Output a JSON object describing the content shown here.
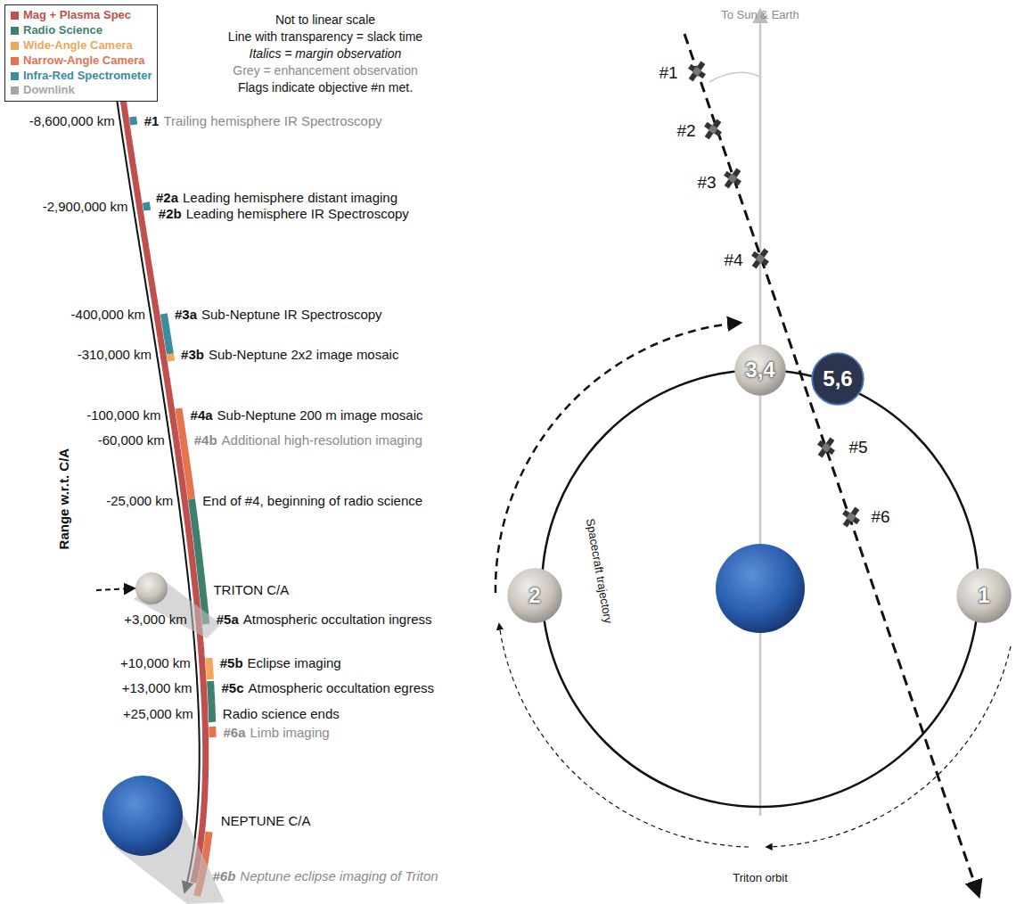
{
  "diagram": {
    "nodes": [
      {
        "text": [
          "3,4"
        ]
      },
      {
        "text": [
          "5,6"
        ]
      },
      {
        "text": [
          "2"
        ]
      },
      {
        "text": [
          "1"
        ]
      }
    ],
    "labels": [
      "Not to linear scale",
      "Line with transparency = slack time",
      "Italics = margin observation",
      "Grey = enhancement observation",
      "Flags indicate objective #n met.",
      "-8,600,000 km",
      "#1",
      "Trailing hemisphere IR Spectroscopy",
      "-2,900,000 km",
      "#2a",
      "Leading hemisphere distant imaging",
      "#2b",
      "Leading hemisphere IR Spectroscopy",
      "-400,000 km",
      "#3a",
      "Sub-Neptune IR Spectroscopy",
      "-310,000 km",
      "#3b",
      "Sub-Neptune 2x2 image mosaic",
      "-100,000 km",
      "#4a",
      "Sub-Neptune 200 m image mosaic",
      "-60,000 km",
      "#4b",
      "Additional high-resolution imaging",
      "-25,000 km",
      "End of #4, beginning of radio science",
      "TRITON C/A",
      "+3,000 km",
      "#5a",
      "Atmospheric occultation ingress",
      "+10,000 km",
      "#5b",
      "Eclipse imaging",
      "+13,000 km",
      "#5c",
      "Atmospheric occultation egress",
      "+25,000 km",
      "Radio science ends",
      "#6a",
      "Limb imaging",
      "NEPTUNE C/A",
      "#6b",
      "Neptune eclipse imaging of Triton",
      "Range w.r.t. C/A",
      "To Sun & Earth",
      "#1",
      "#2",
      "#3",
      "#4",
      "#5",
      "#6",
      "Spacecraft trajectory",
      "Triton orbit"
    ],
    "legend": [
      {
        "text": "Mag + Plasma Spec",
        "color": "#c0504d"
      },
      {
        "text": "Radio Science",
        "color": "#3e7f6e"
      },
      {
        "text": "Wide-Angle Camera",
        "color": "#f2a65a"
      },
      {
        "text": "Narrow-Angle Camera",
        "color": "#e3744f"
      },
      {
        "text": "Infra-Red Spectrometer",
        "color": "#3a8c9e"
      },
      {
        "text": "Downlink",
        "color": "#a6a6a6"
      }
    ]
  }
}
